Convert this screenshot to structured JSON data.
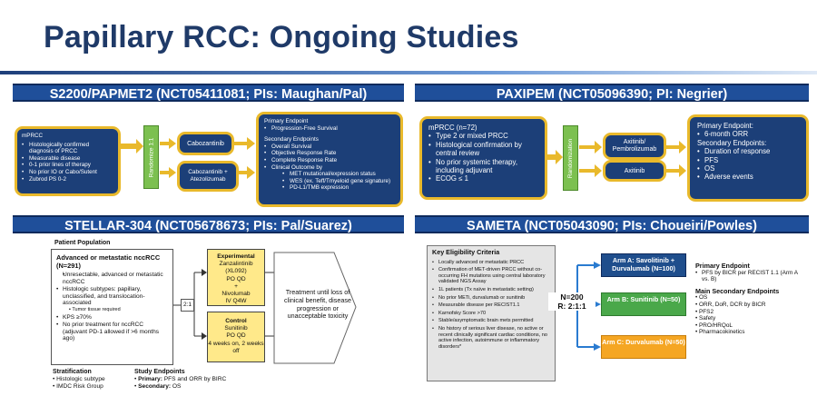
{
  "title": "Papillary RCC: Ongoing Studies",
  "s2200": {
    "header": "S2200/PAPMET2 (NCT05411081; PIs: Maughan/Pal)",
    "population_title": "mPRCC",
    "population": [
      "Histologically confirmed diagnosis of PRCC",
      "Measurable disease",
      "0-1 prior lines of therapy",
      "No prior IO or Cabo/Sutent",
      "Zubrod PS 0-2"
    ],
    "randomize": "Randomize 1:1",
    "arm1": "Cabozantinib",
    "arm2": "Cabozantinib + Atezolizumab",
    "primary_title": "Primary Endpoint",
    "primary": [
      "Progression-Free Survival"
    ],
    "secondary_title": "Secondary Endpoints",
    "secondary": [
      "Overall Survival",
      "Objective Response Rate",
      "Complete Response Rate",
      "Clinical Outcome by"
    ],
    "secondary_sub": [
      "MET mutational/expression status",
      "WES (ex. Teff/Tmyeloid gene signature)",
      "PD-L1/TMB expression"
    ]
  },
  "paxipem": {
    "header": "PAXIPEM (NCT05096390; PI: Negrier)",
    "population_title": "mPRCC (n=72)",
    "population": [
      "Type 2 or mixed PRCC",
      "Histological confirmation by central review",
      "No prior systemic therapy, including adjuvant",
      "ECOG ≤ 1"
    ],
    "randomization": "Randomization",
    "arm1": "Axitinib/ Pembrolizumab",
    "arm2": "Axitinib",
    "primary_title": "Primary Endpoint:",
    "primary": [
      "6-month ORR"
    ],
    "secondary_title": "Secondary Endpoints:",
    "secondary": [
      "Duration of response",
      "PFS",
      "OS",
      "Adverse events"
    ]
  },
  "stellar": {
    "header": "STELLAR-304 (NCT05678673; PIs: Pal/Suarez)",
    "pop_label": "Patient Population",
    "pop_title": "Advanced or metastatic nccRCC (N=291)",
    "pop_items": [
      "Unresectable, advanced or metastatic nccRCC",
      "Histologic subtypes: papillary, unclassified, and translocation-associated",
      "KPS ≥70%",
      "No prior treatment for nccRCC (adjuvant PD-1 allowed if >6 months ago)"
    ],
    "pop_sub": "Tumor tissue required",
    "ratio": "2:1",
    "exp_title": "Experimental",
    "exp_lines": [
      "Zanzalintinib (XL092)",
      "PO QD",
      "+",
      "Nivolumab",
      "IV Q4W"
    ],
    "ctrl_title": "Control",
    "ctrl_lines": [
      "Sunitinib",
      "PO QD",
      "4 weeks on, 2 weeks off"
    ],
    "outcome": "Treatment until loss of clinical benefit, disease progression or unacceptable toxicity",
    "strat_title": "Stratification",
    "strat": [
      "Histologic subtype",
      "IMDC Risk Group"
    ],
    "endpoints_title": "Study Endpoints",
    "endpoints": [
      {
        "label": "Primary:",
        "text": "PFS and ORR by BIRC"
      },
      {
        "label": "Secondary:",
        "text": "OS"
      }
    ]
  },
  "sameta": {
    "header": "SAMETA (NCT05043090; PIs: Choueiri/Powles)",
    "elig_title": "Key Eligibility Criteria",
    "elig": [
      "Locally advanced or metastatic PRCC",
      "Confirmation of MET-driven PRCC without co-occurring FH mutations using central laboratory validated NGS Assay",
      "1L patients (Tx naïve in metastatic setting)",
      "No prior METi, durvalumab or sunitinib",
      "Measurable disease per RECIST1.1",
      "Karnofsky Score >70",
      "Stable/asymptomatic brain mets permitted",
      "No history of serious liver disease, no active or recent clinically significant cardiac conditions, no active infection, autoimmune or inflammatory disorders*"
    ],
    "n": "N=200",
    "r": "R: 2:1:1",
    "armA": "Arm A: Savolitinib + Durvalumab (N=100)",
    "armB": "Arm B: Sunitinib (N=50)",
    "armC": "Arm C: Durvalumab (N=50)",
    "primary_title": "Primary Endpoint",
    "primary": [
      "PFS by BICR per RECIST 1.1 (Arm A vs. B)"
    ],
    "secondary_title": "Main Secondary Endpoints",
    "secondary": [
      "OS",
      "ORR, DoR, DCR by BICR",
      "PFS2",
      "Safety",
      "PRO/HRQoL",
      "Pharmacokinetics"
    ]
  },
  "colors": {
    "navy": "#1c3f78",
    "gold": "#e9b92b",
    "band": "#1f4f9a",
    "green": "#7cc050",
    "armA": "#1f4e8c",
    "armB": "#4aa84a",
    "armC": "#f5a623",
    "control_yellow": "#ffe98a"
  }
}
